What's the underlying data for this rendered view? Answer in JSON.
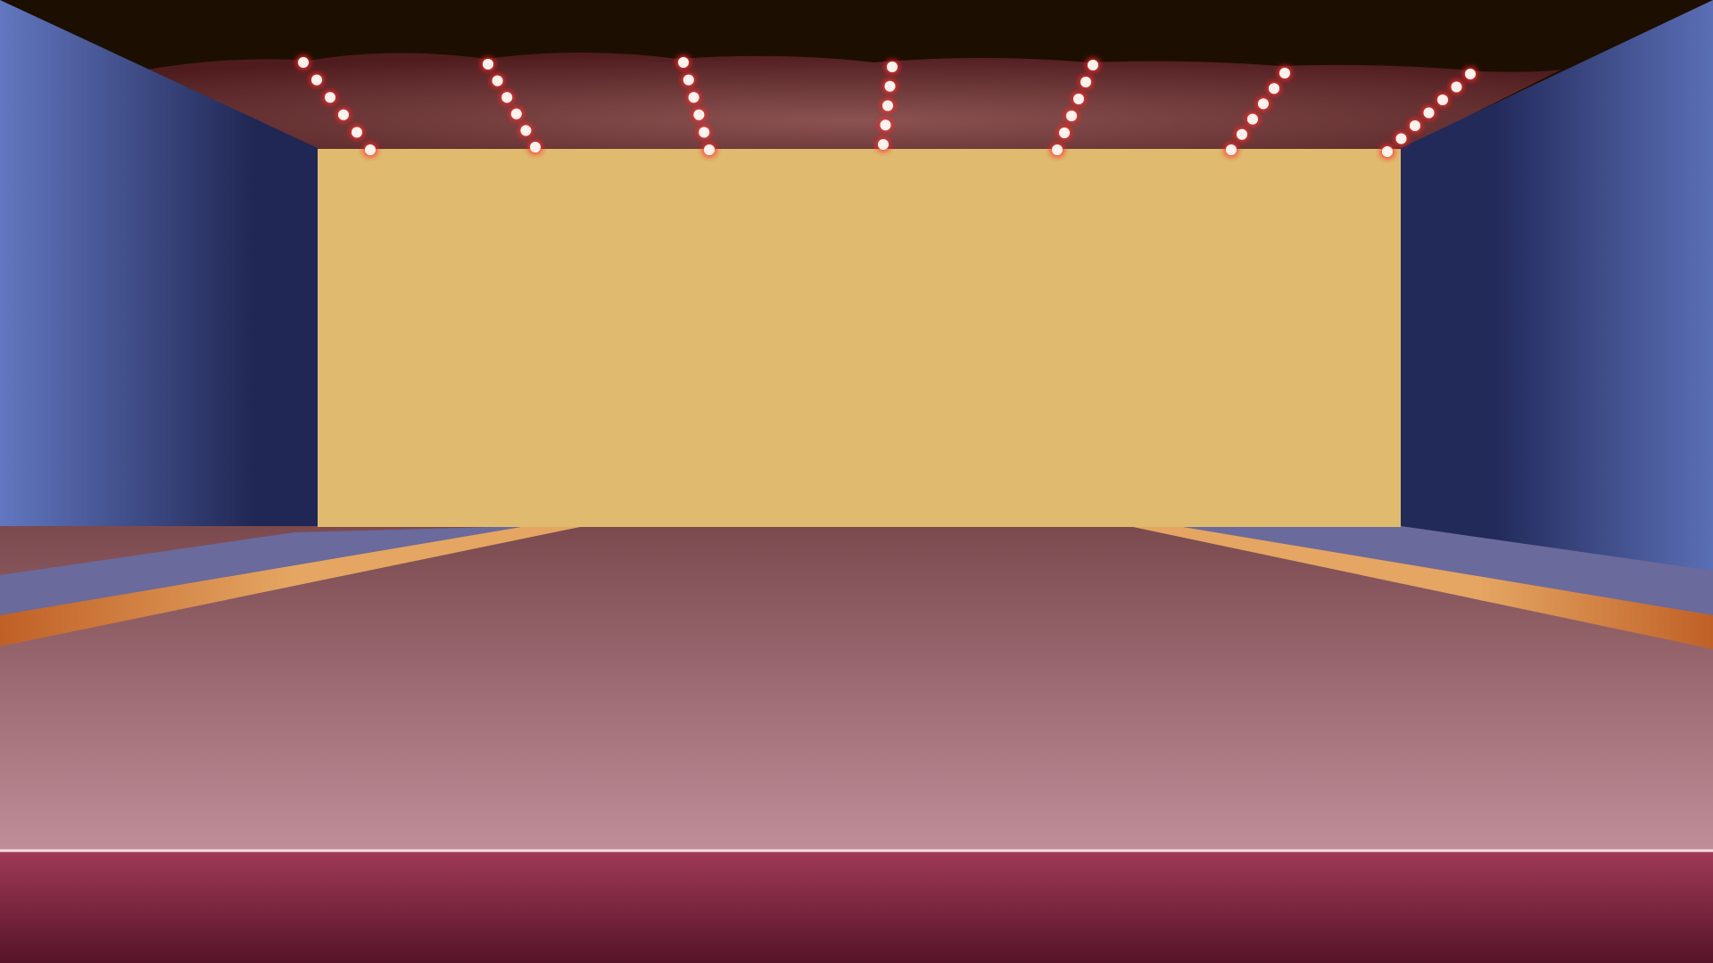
{
  "scene": {
    "kind": "theater-stage-backdrop",
    "text": []
  },
  "colors": {
    "ceiling": "#1d0e02",
    "canopy": "#8b5352",
    "canopy_dark": "#4f1c1e",
    "left_wall_outer": "#6277c0",
    "left_wall_inner": "#202754",
    "right_wall_outer": "#5b6fb6",
    "right_wall_inner": "#222a5a",
    "backdrop_screen": "#e0bb6f",
    "floor_top": "#7b4a4f",
    "floor_bottom": "#c08e99",
    "floor_ledge": "#6a6a9c",
    "orange_stripe_light": "#e4a662",
    "orange_stripe_dark": "#c06027",
    "front_edge_top": "#a03a58",
    "front_edge_bottom": "#561428",
    "bulb": "#fff1ec",
    "bulb_glow": "#ff3030"
  },
  "light_strings": [
    {
      "name": "light-string-1",
      "bulbs": 6
    },
    {
      "name": "light-string-2",
      "bulbs": 6
    },
    {
      "name": "light-string-3",
      "bulbs": 6
    },
    {
      "name": "light-string-4",
      "bulbs": 5
    },
    {
      "name": "light-string-5",
      "bulbs": 6
    },
    {
      "name": "light-string-6",
      "bulbs": 6
    },
    {
      "name": "light-string-7",
      "bulbs": 7
    }
  ]
}
